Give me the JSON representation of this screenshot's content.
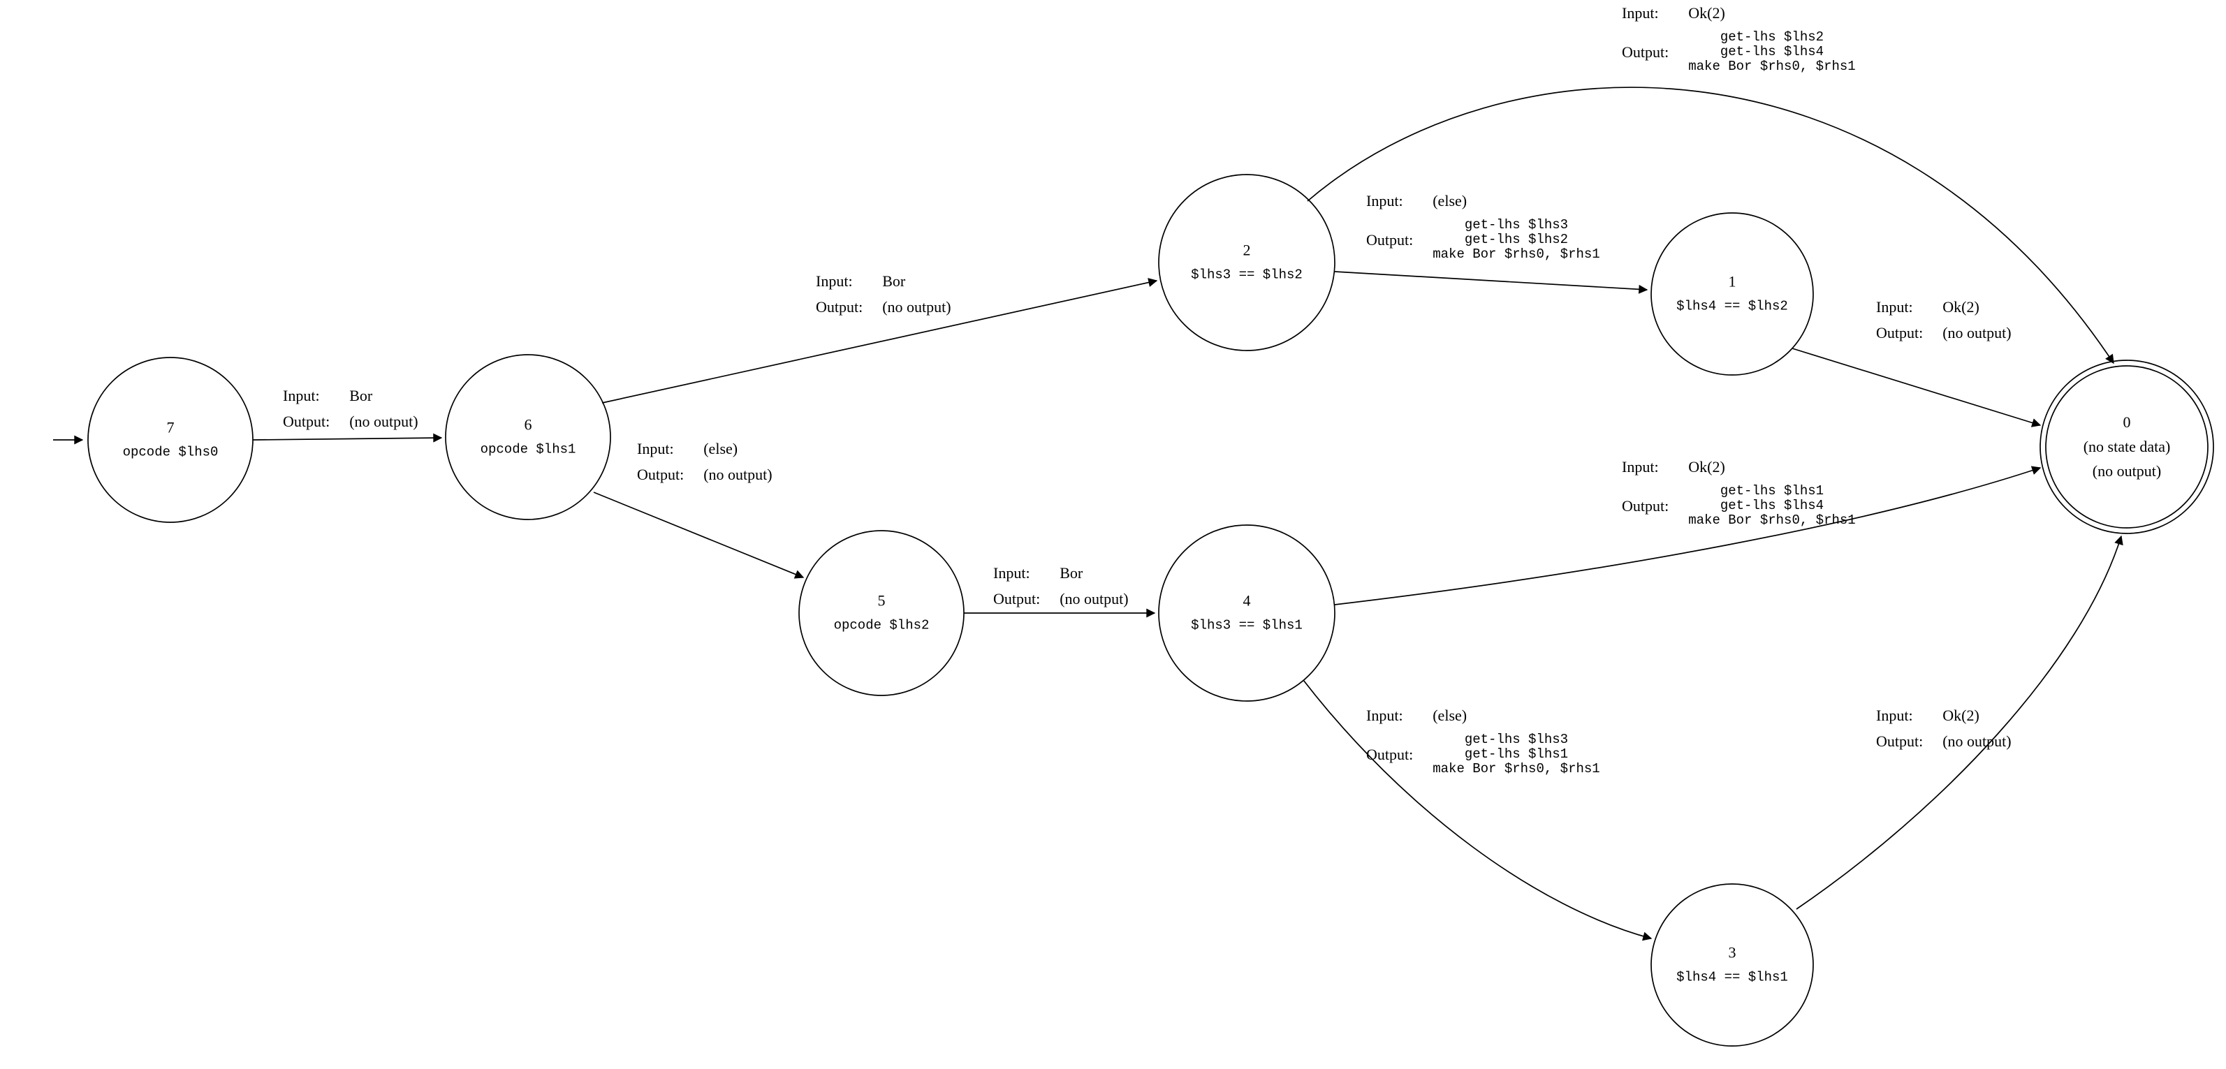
{
  "labels": {
    "input": "Input:",
    "output": "Output:"
  },
  "states": {
    "s7": {
      "id": "7",
      "sub": "opcode $lhs0"
    },
    "s6": {
      "id": "6",
      "sub": "opcode $lhs1"
    },
    "s5": {
      "id": "5",
      "sub": "opcode $lhs2"
    },
    "s2": {
      "id": "2",
      "sub": "$lhs3 == $lhs2"
    },
    "s4": {
      "id": "4",
      "sub": "$lhs3 == $lhs1"
    },
    "s1": {
      "id": "1",
      "sub": "$lhs4 == $lhs2"
    },
    "s3": {
      "id": "3",
      "sub": "$lhs4 == $lhs1"
    },
    "s0": {
      "id": "0",
      "sub1": "(no state data)",
      "sub2": "(no output)"
    }
  },
  "edges": {
    "e7_6": {
      "input": "Bor",
      "output": "(no output)"
    },
    "e6_2": {
      "input": "Bor",
      "output": "(no output)"
    },
    "e6_5": {
      "input": "(else)",
      "output": "(no output)"
    },
    "e2_0": {
      "input": "Ok(2)",
      "output": "get-lhs $lhs2\nget-lhs $lhs4\nmake Bor $rhs0, $rhs1"
    },
    "e2_1": {
      "input": "(else)",
      "output": "get-lhs $lhs3\nget-lhs $lhs2\nmake Bor $rhs0, $rhs1"
    },
    "e1_0": {
      "input": "Ok(2)",
      "output": "(no output)"
    },
    "e5_4": {
      "input": "Bor",
      "output": "(no output)"
    },
    "e4_0": {
      "input": "Ok(2)",
      "output": "get-lhs $lhs1\nget-lhs $lhs4\nmake Bor $rhs0, $rhs1"
    },
    "e4_3": {
      "input": "(else)",
      "output": "get-lhs $lhs3\nget-lhs $lhs1\nmake Bor $rhs0, $rhs1"
    },
    "e3_0": {
      "input": "Ok(2)",
      "output": "(no output)"
    }
  }
}
